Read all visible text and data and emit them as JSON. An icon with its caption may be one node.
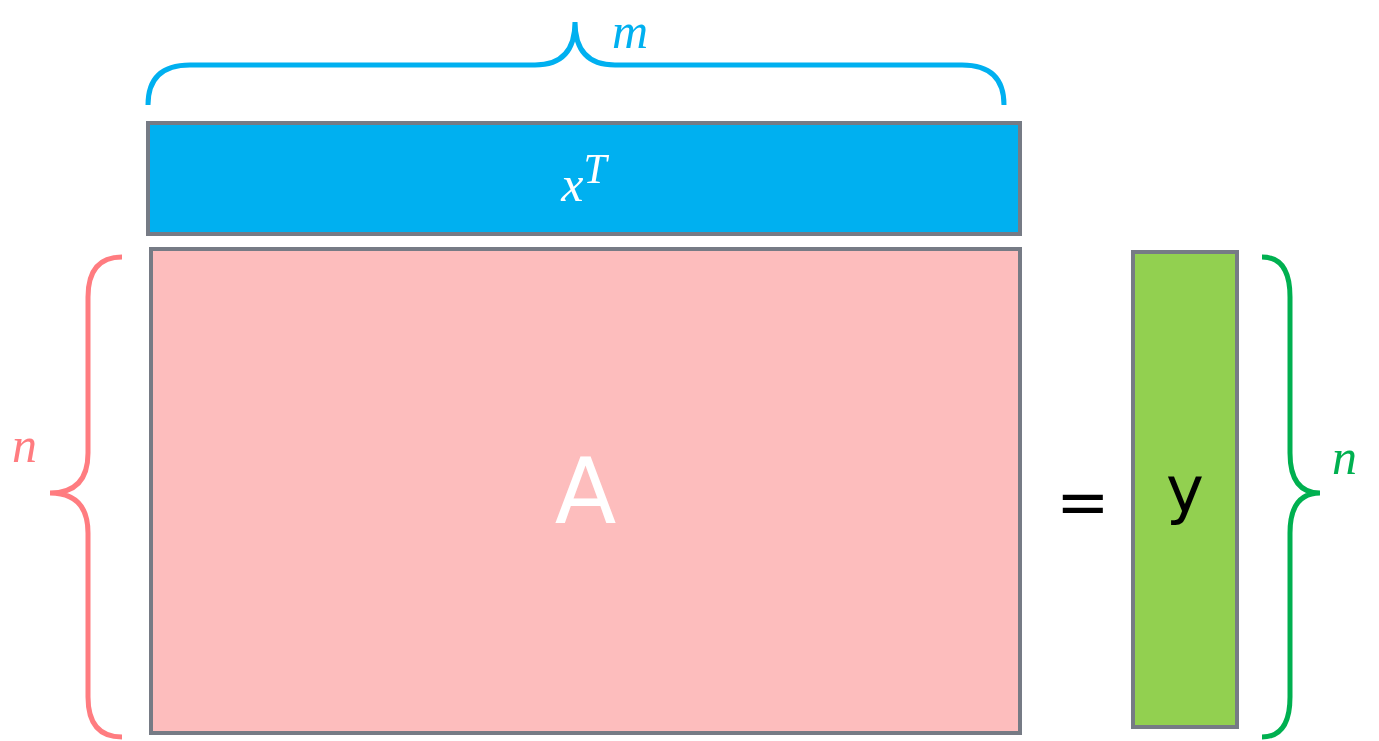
{
  "diagram": {
    "nodes": [
      {
        "text": [
          "x$^{T}$"
        ]
      },
      {
        "text": [
          "A"
        ]
      },
      {
        "text": [
          "y"
        ]
      }
    ],
    "labels": [
      "m",
      "n",
      "=",
      "n"
    ]
  }
}
